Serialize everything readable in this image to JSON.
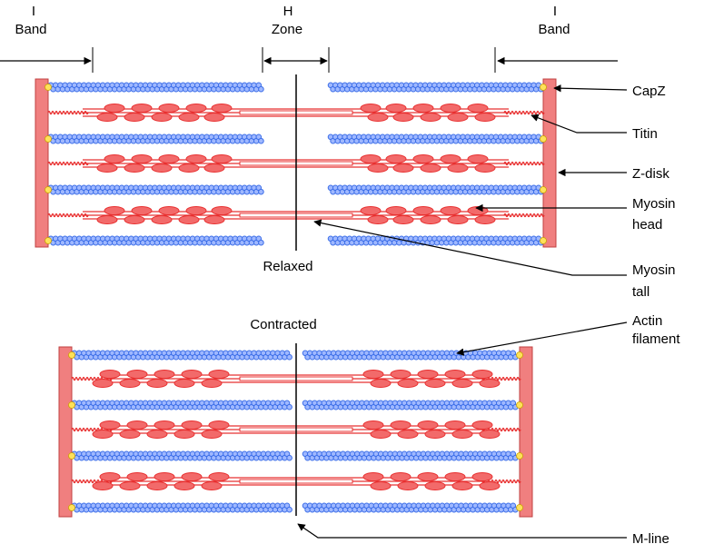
{
  "labels": {
    "i_band_left": [
      "I",
      "Band"
    ],
    "h_zone": [
      "H",
      "Zone"
    ],
    "i_band_right": [
      "I",
      "Band"
    ],
    "capz": "CapZ",
    "titin": "Titin",
    "z_disk": "Z-disk",
    "myosin_head": [
      "Myosin",
      "head"
    ],
    "myosin_tail": [
      "Myosin",
      "tall"
    ],
    "relaxed": "Relaxed",
    "contracted": "Contracted",
    "actin_filament": [
      "Actin",
      "filament"
    ],
    "m_line": "M-line"
  },
  "colors": {
    "z_disk": "#f07f7f",
    "actin": "#3d6fe8",
    "actin_fill": "#9fb8ff",
    "myosin": "#e83030",
    "myosin_fill": "#f26a6a",
    "capz": "#ffe15a",
    "line": "#000000"
  }
}
